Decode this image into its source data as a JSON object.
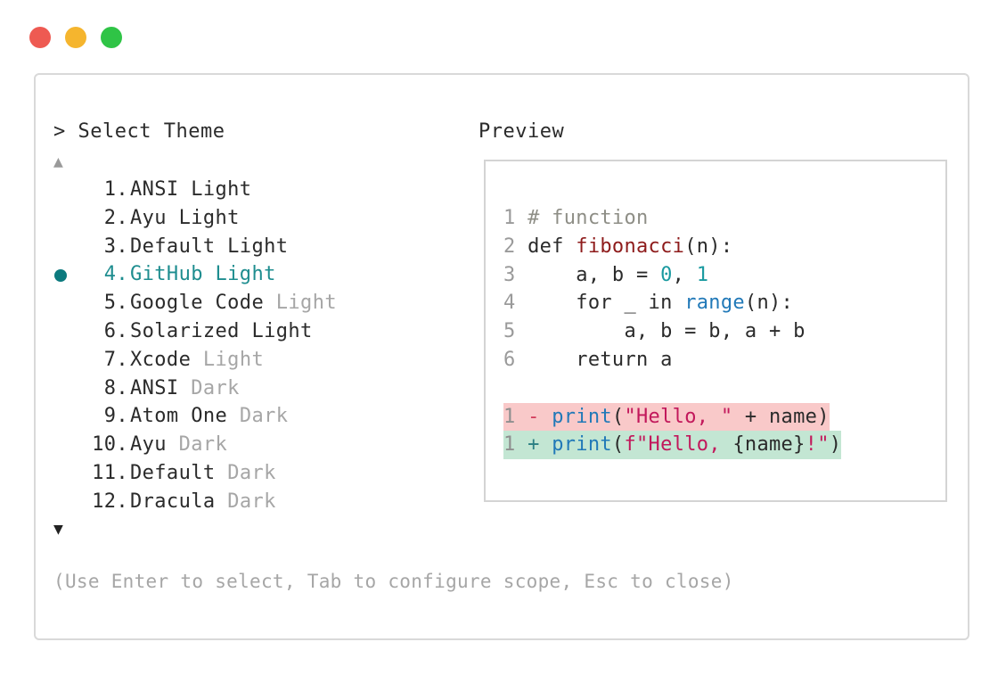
{
  "window": {
    "traffic_lights": [
      {
        "name": "close",
        "color": "#ee5a52"
      },
      {
        "name": "minimize",
        "color": "#f5b52e"
      },
      {
        "name": "maximize",
        "color": "#2fc446"
      }
    ]
  },
  "selector": {
    "prompt": ">",
    "title": "Select Theme",
    "scroll_up": "▲",
    "scroll_down": "▼",
    "selected_index": 3,
    "items": [
      {
        "num": "1.",
        "name": "ANSI Light",
        "suffix": ""
      },
      {
        "num": "2.",
        "name": "Ayu Light",
        "suffix": ""
      },
      {
        "num": "3.",
        "name": "Default Light",
        "suffix": ""
      },
      {
        "num": "4.",
        "name": "GitHub Light",
        "suffix": ""
      },
      {
        "num": "5.",
        "name": "Google Code",
        "suffix": "Light"
      },
      {
        "num": "6.",
        "name": "Solarized Light",
        "suffix": ""
      },
      {
        "num": "7.",
        "name": "Xcode",
        "suffix": "Light"
      },
      {
        "num": "8.",
        "name": "ANSI",
        "suffix": "Dark"
      },
      {
        "num": "9.",
        "name": "Atom One",
        "suffix": "Dark"
      },
      {
        "num": "10.",
        "name": "Ayu",
        "suffix": "Dark"
      },
      {
        "num": "11.",
        "name": "Default",
        "suffix": "Dark"
      },
      {
        "num": "12.",
        "name": "Dracula",
        "suffix": "Dark"
      }
    ]
  },
  "preview": {
    "title": "Preview",
    "code": {
      "l1_num": "1",
      "l1_comment": "# function",
      "l2_num": "2",
      "l2_kw": "def",
      "l2_fn": "fibonacci",
      "l2_rest": "(n):",
      "l3_num": "3",
      "l3_a": "a, b = ",
      "l3_zero": "0",
      "l3_comma": ", ",
      "l3_one": "1",
      "l4_num": "4",
      "l4_for": "for _ in ",
      "l4_range": "range",
      "l4_rest": "(n):",
      "l5_num": "5",
      "l5_text": "a, b = b, a + b",
      "l6_num": "6",
      "l6_text": "return a"
    },
    "diff": {
      "del_num": "1",
      "del_sign": "-",
      "del_fn": "print",
      "del_open": "(",
      "del_str": "\"Hello, \"",
      "del_rest": " + name)",
      "add_num": "1",
      "add_sign": "+",
      "add_fn": "print",
      "add_open": "(",
      "add_str1": "f\"Hello, ",
      "add_brace": "{name}",
      "add_str2": "!\"",
      "add_close": ")"
    }
  },
  "hint": "(Use Enter to select, Tab to configure scope, Esc to close)"
}
